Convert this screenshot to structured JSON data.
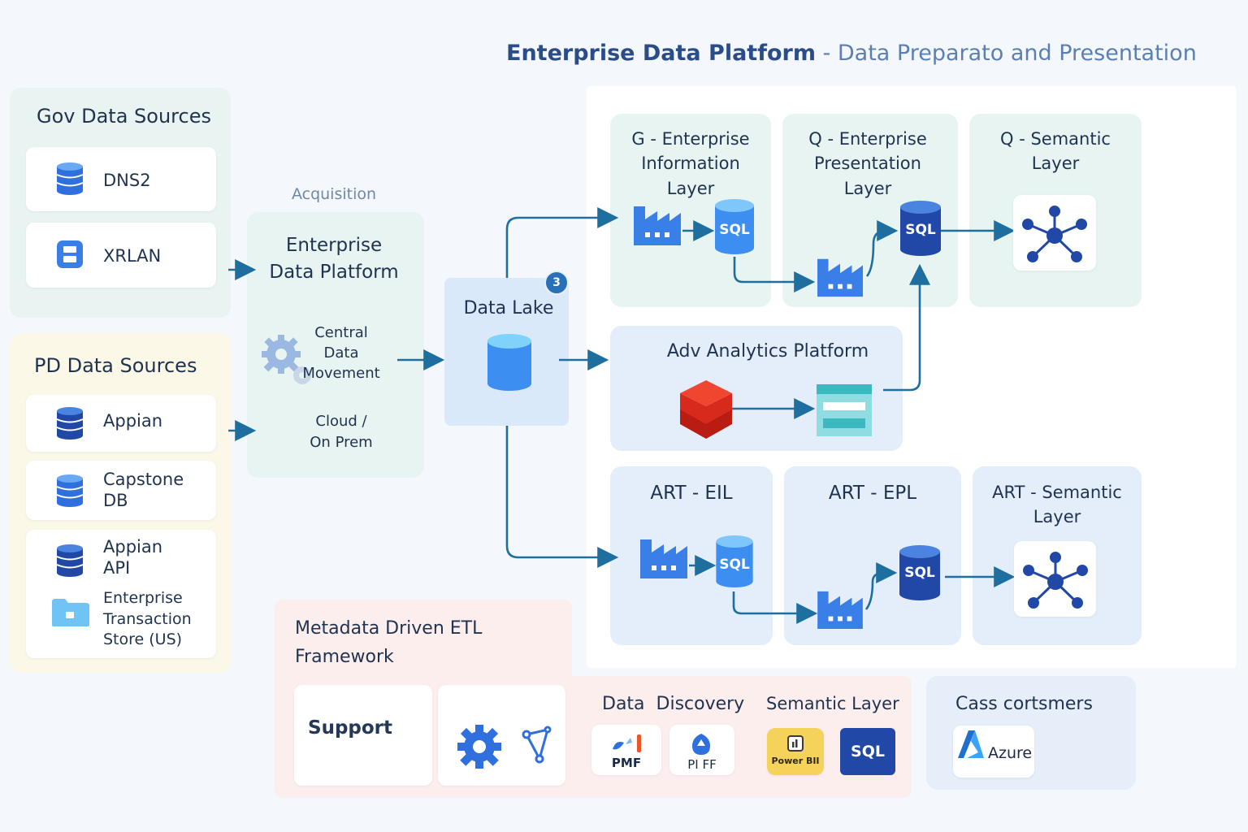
{
  "header": {
    "title_main": "Enterprise Data Platform",
    "title_sub": " - Data Preparato and Presentation"
  },
  "gov_sources": {
    "title": "Gov Data Sources",
    "items": [
      "DNS2",
      "XRLAN"
    ]
  },
  "pd_sources": {
    "title": "PD Data Sources",
    "items": [
      "Appian",
      "Capstone\nDB",
      "Appian\nAPI",
      "Enterprise\nTransaction\nStore (US)"
    ]
  },
  "acquisition": {
    "label": "Acquisition",
    "title": "Enterprise\nData Platform",
    "central": "Central\nData\nMovement",
    "cloud": "Cloud /\nOn Prem"
  },
  "data_lake": {
    "title": "Data Lake",
    "badge": "3"
  },
  "g_layers": {
    "eil": "G - Enterprise\nInformation\nLayer",
    "epl": "Q - Enterprise\nPresentation\nLayer",
    "semantic": "Q - Semantic\nLayer"
  },
  "adv_analytics": {
    "title": "Adv Analytics Platform"
  },
  "art_layers": {
    "eil": "ART - EIL",
    "epl": "ART - EPL",
    "semantic": "ART - Semantic\nLayer"
  },
  "sql_label": "SQL",
  "etl": {
    "title": "Metadata Driven ETL\nFramework",
    "support": "Support"
  },
  "discovery": {
    "title": "Data  Discovery",
    "tools": [
      "PMF",
      "PI FF"
    ]
  },
  "semantic_tools": {
    "title": "Semantic Layer",
    "powerbi": "Power BII",
    "sql": "SQL"
  },
  "consumers": {
    "title": "Cass cortsmers",
    "azure": "Azure"
  },
  "colors": {
    "accent_blue": "#2f6fde",
    "arrow": "#1e6f9f",
    "sql_dark": "#2148a6",
    "red": "#d8291d",
    "teal": "#4fc3c8",
    "powerbi": "#f5d35a"
  }
}
